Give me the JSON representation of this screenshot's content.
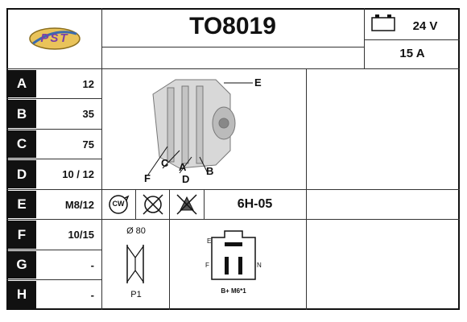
{
  "header": {
    "logo_text": "PST",
    "part_number": "TO8019",
    "voltage": "24 V",
    "amperage": "15 A"
  },
  "rows": [
    {
      "letter": "A",
      "value": "12"
    },
    {
      "letter": "B",
      "value": "35"
    },
    {
      "letter": "C",
      "value": "75"
    },
    {
      "letter": "D",
      "value": "10 / 12"
    },
    {
      "letter": "E",
      "value": "M8/12"
    },
    {
      "letter": "F",
      "value": "10/15"
    },
    {
      "letter": "G",
      "value": "-"
    },
    {
      "letter": "H",
      "value": "-"
    }
  ],
  "diagram": {
    "labels": {
      "e": "E",
      "c": "C",
      "a": "A",
      "b": "B",
      "f": "F",
      "d": "D"
    }
  },
  "icons": {
    "rotation_text": "CW",
    "code": "6H-05"
  },
  "pulley": {
    "diameter": "Ø 80",
    "type": "P1"
  },
  "connector": {
    "label_e": "E",
    "label_f": "F",
    "label_n": "N",
    "label_b": "B+ M6*1"
  }
}
